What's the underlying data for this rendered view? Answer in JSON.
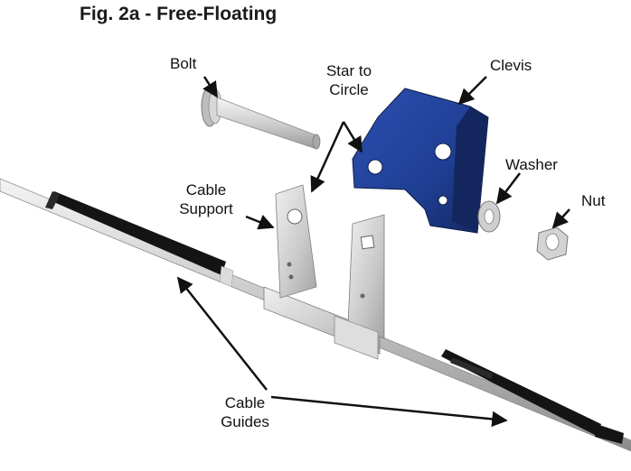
{
  "figure": {
    "title": "Fig. 2a - Free-Floating"
  },
  "labels": {
    "bolt": "Bolt",
    "star_to_circle_line1": "Star to",
    "star_to_circle_line2": "Circle",
    "clevis": "Clevis",
    "washer": "Washer",
    "nut": "Nut",
    "cable_support_line1": "Cable",
    "cable_support_line2": "Support",
    "cable_guides_line1": "Cable",
    "cable_guides_line2": "Guides"
  },
  "colors": {
    "clevis_blue": "#1f3f94",
    "clevis_dark": "#14265e",
    "cable_guide_black": "#141414",
    "metal_light": "#e2e2e2",
    "metal_mid": "#b8b8b8",
    "arrow": "#111111"
  }
}
